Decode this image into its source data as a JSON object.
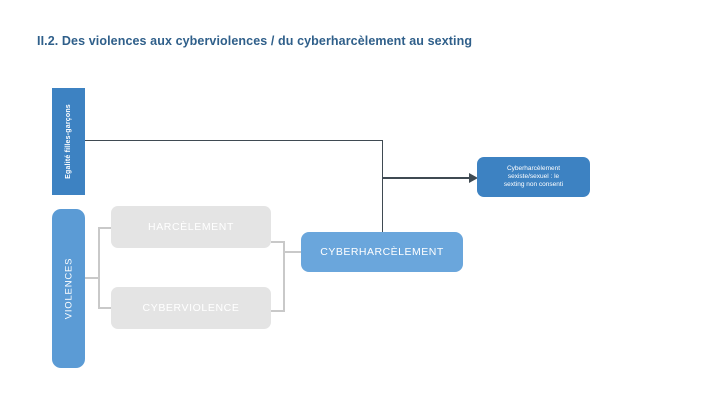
{
  "slide": {
    "title": "II.2. Des violences aux cyberviolences / du cyberharcèlement au sexting",
    "title_color": "#2f5f8a",
    "background": "#ffffff"
  },
  "diagram": {
    "boxes": [
      {
        "id": "egalite",
        "label": "Egalité filles-garçons",
        "orientation": "vertical",
        "color": "#3d82c2",
        "text_color": "#ffffff",
        "shape": "rectangle"
      },
      {
        "id": "violences",
        "label": "VIOLENCES",
        "orientation": "vertical",
        "color": "#5b9bd5",
        "text_color": "#ffffff",
        "shape": "rounded-rectangle"
      },
      {
        "id": "harcelement",
        "label": "HARCÈLEMENT",
        "orientation": "horizontal",
        "color": "#e4e4e4",
        "text_color": "#ffffff",
        "shape": "rounded-rectangle"
      },
      {
        "id": "cyberviolence",
        "label": "CYBERVIOLENCE",
        "orientation": "horizontal",
        "color": "#e4e4e4",
        "text_color": "#ffffff",
        "shape": "rounded-rectangle"
      },
      {
        "id": "cyberharcelement",
        "label": "CYBERHARCÈLEMENT",
        "orientation": "horizontal",
        "color": "#6aa6dc",
        "text_color": "#ffffff",
        "shape": "rounded-rectangle"
      }
    ],
    "callout": {
      "id": "callout-sexting",
      "color": "#3d82c2",
      "text_color": "#ffffff",
      "lines": [
        "Cyberharcèlement",
        "sexiste/sexuel : le",
        "sexting non consenti"
      ]
    },
    "connector_colors": {
      "dark": "#3f4a52",
      "light": "#c9c9c9"
    }
  }
}
